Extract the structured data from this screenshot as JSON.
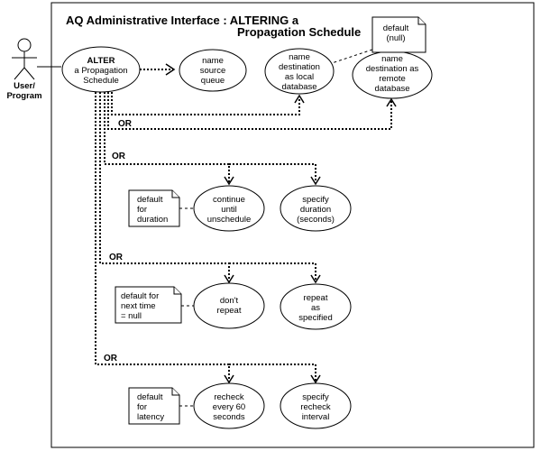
{
  "title": {
    "line1": "AQ Administrative Interface :  ALTERING a",
    "line2": "Propagation Schedule"
  },
  "actor": {
    "lines": [
      "User/",
      "Program"
    ]
  },
  "main_use_case": {
    "lines": [
      "ALTER",
      "a Propagation",
      "Schedule"
    ]
  },
  "source_queue": {
    "lines": [
      "name",
      "source",
      "queue"
    ]
  },
  "dest_local": {
    "lines": [
      "name",
      "destination",
      "as local",
      "database"
    ]
  },
  "dest_remote": {
    "lines": [
      "name",
      "destination as",
      "remote",
      "database"
    ]
  },
  "default_null_note": {
    "lines": [
      "default",
      "(null)"
    ]
  },
  "or_label": "OR",
  "duration": {
    "note": [
      "default",
      "for",
      "duration"
    ],
    "continue": [
      "continue",
      "until",
      "unschedule"
    ],
    "specify": [
      "specify",
      "duration",
      "(seconds)"
    ]
  },
  "next_time": {
    "note": [
      "default for",
      "next time",
      "= null"
    ],
    "dont": [
      "don't",
      "repeat"
    ],
    "repeat": [
      "repeat",
      "as",
      "specified"
    ]
  },
  "latency": {
    "note": [
      "default",
      "for",
      "latency"
    ],
    "recheck": [
      "recheck",
      "every 60",
      "seconds"
    ],
    "specify": [
      "specify",
      "recheck",
      "interval"
    ]
  }
}
